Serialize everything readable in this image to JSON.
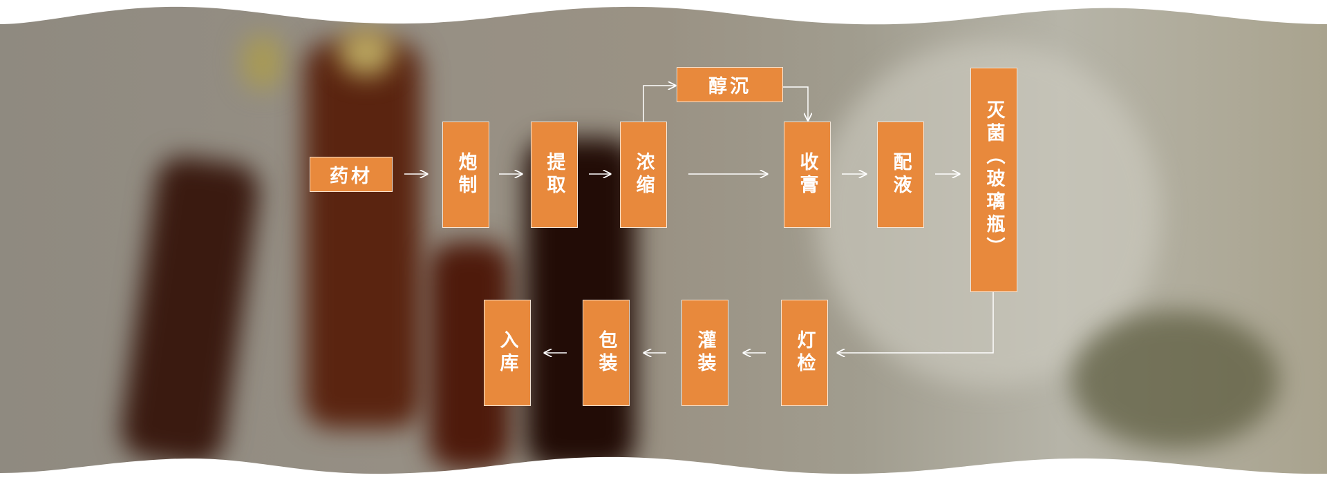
{
  "colors": {
    "box": "#e8893c",
    "line": "#ffffff"
  },
  "steps": {
    "raw": "药材",
    "process": "炮制",
    "extract": "提取",
    "concentrate": "浓缩",
    "alcohol": "醇沉",
    "paste": "收膏",
    "mix": "配液",
    "sterilize": "灭菌（玻璃瓶）",
    "inspect": "灯检",
    "fill": "灌装",
    "pack": "包装",
    "store": "入库"
  }
}
